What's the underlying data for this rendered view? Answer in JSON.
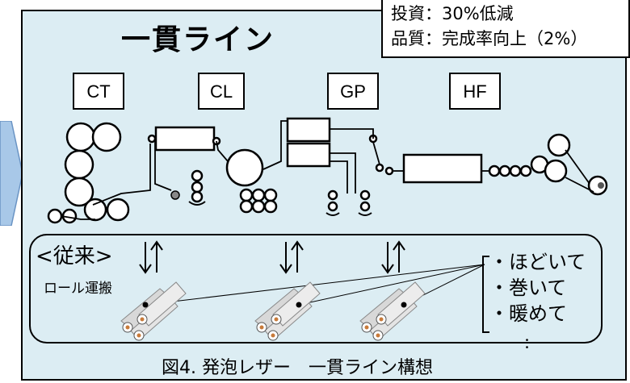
{
  "title": "一貫ライン",
  "info": {
    "line1": "投資：30%低減",
    "line2": "品質：完成率向上（2%）"
  },
  "process_labels": [
    "CT",
    "CL",
    "GP",
    "HF"
  ],
  "conventional": {
    "heading": "<従来>",
    "sub": "ロール運搬"
  },
  "operations": [
    "・ほどいて",
    "・巻いて",
    "・暖めて"
  ],
  "ellipsis": "：",
  "caption": "図4. 発泡レザー　一貫ライン構想"
}
